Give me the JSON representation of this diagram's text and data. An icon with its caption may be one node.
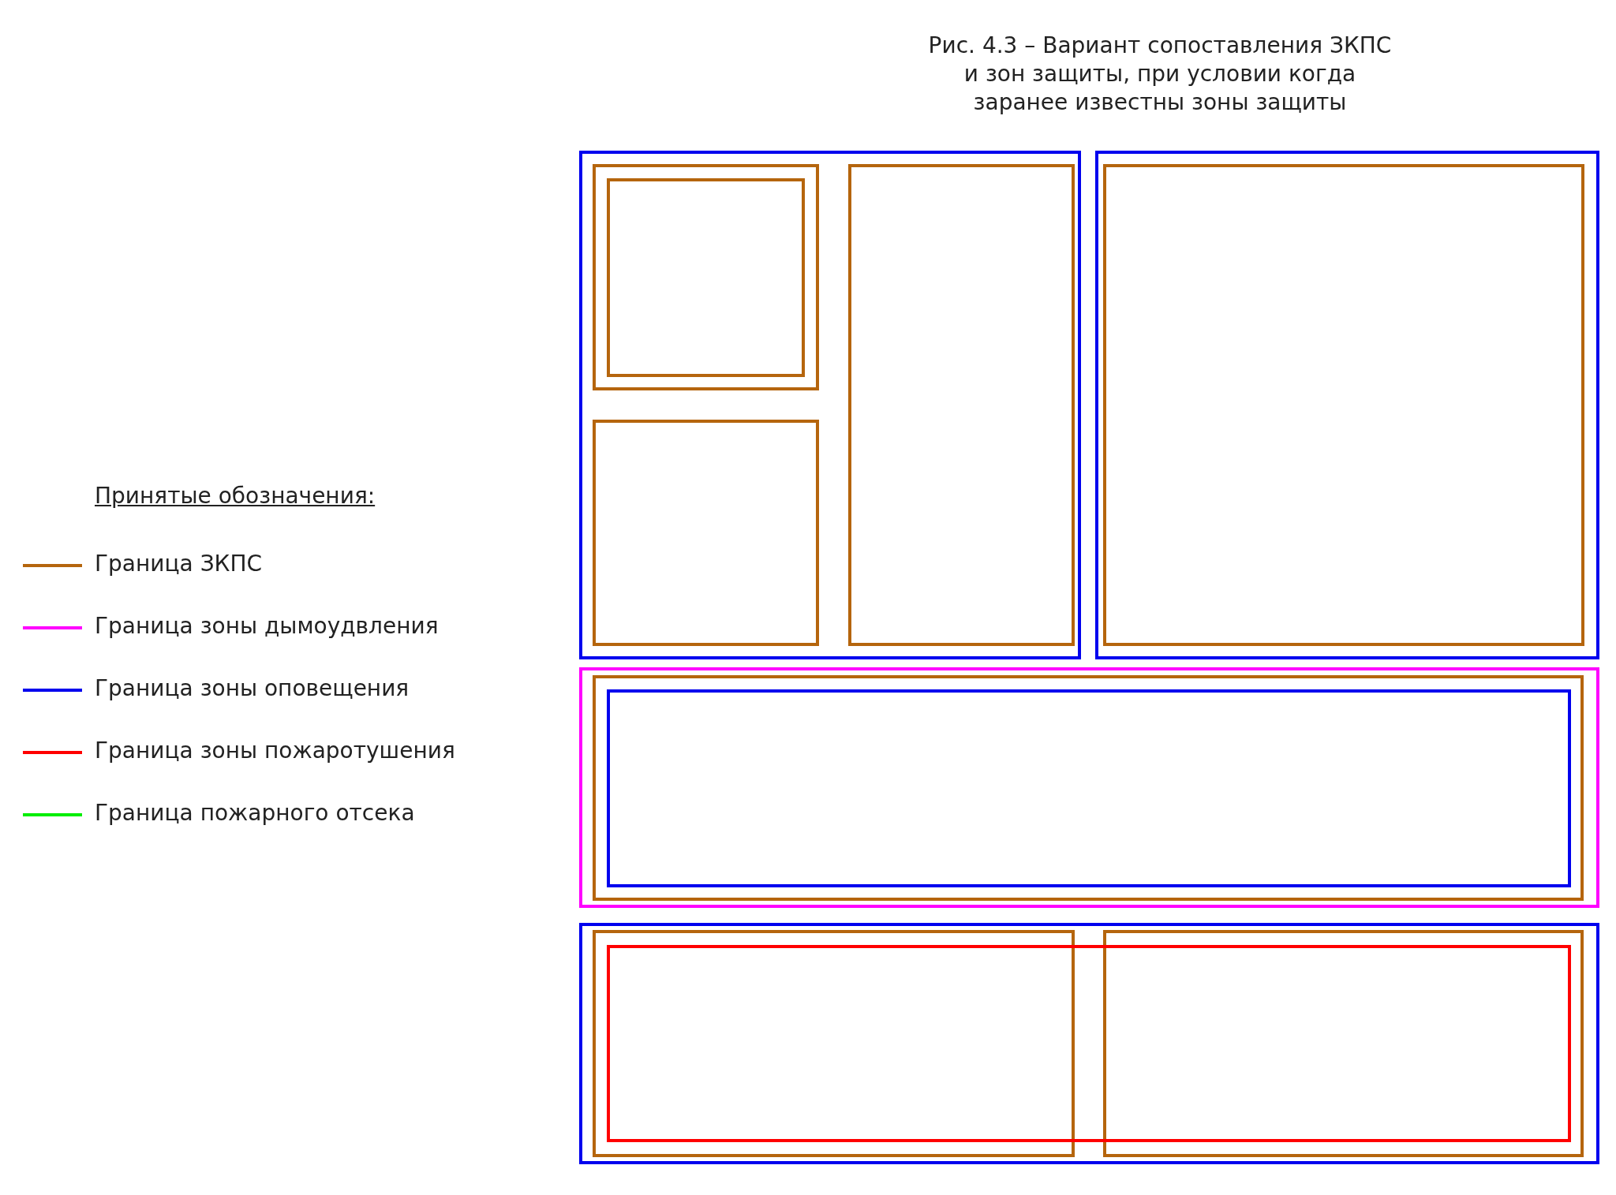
{
  "diagram": {
    "title": "Рис. 4.3 – Вариант сопоставления ЗКПС и зон защиты, при условии когда заранее известны зоны защиты",
    "nodes": [
      {
        "text": [],
        "shape": "box"
      },
      {
        "text": [],
        "shape": "box",
        "in": 0
      },
      {
        "text": [],
        "shape": "box",
        "in": 1
      },
      {
        "text": [],
        "shape": "box",
        "in": 0
      },
      {
        "text": [],
        "shape": "box",
        "in": 0
      },
      {
        "text": [],
        "shape": "box"
      },
      {
        "text": [],
        "shape": "box",
        "in": 5
      },
      {
        "text": [],
        "shape": "box"
      },
      {
        "text": [],
        "shape": "box",
        "in": 7
      },
      {
        "text": [],
        "shape": "box",
        "in": 8
      },
      {
        "text": [],
        "shape": "box"
      },
      {
        "text": [],
        "shape": "box",
        "in": 10
      },
      {
        "text": [],
        "shape": "box",
        "in": 10
      },
      {
        "text": [],
        "shape": "box",
        "in": 10
      }
    ],
    "edges": [],
    "labels": [
      "Принятые обозначения:"
    ],
    "legend": [
      {
        "text": "Граница ЗКПС",
        "color": "#b5650d"
      },
      {
        "text": "Граница зоны дымоудвления",
        "color": "#ff00ff"
      },
      {
        "text": "Граница зоны оповещения",
        "color": "#0000ee"
      },
      {
        "text": "Граница зоны пожаротушения",
        "color": "#ff0000"
      },
      {
        "text": "Граница пожарного отсека",
        "color": "#00ee00"
      }
    ]
  }
}
